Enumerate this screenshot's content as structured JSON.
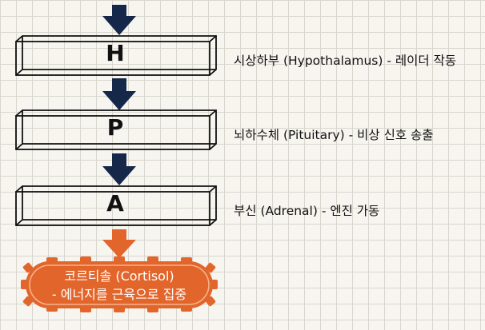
{
  "stages": [
    {
      "letter": "H",
      "description": "시상하부 (Hypothalamus) - 레이더 작동"
    },
    {
      "letter": "P",
      "description": "뇌하수체 (Pituitary) - 비상 신호 송출"
    },
    {
      "letter": "A",
      "description": "부신 (Adrenal) - 엔진 가동"
    }
  ],
  "result": {
    "line1": "코르티솔 (Cortisol)",
    "line2": "- 에너지를 근육으로 집중"
  },
  "colors": {
    "arrow": "#15284a",
    "result_arrow": "#e2662c",
    "result_fill": "#e2662c",
    "box_stroke": "#111111"
  }
}
